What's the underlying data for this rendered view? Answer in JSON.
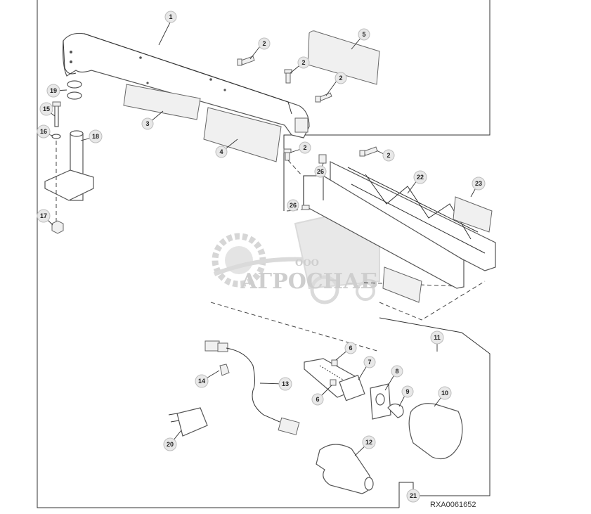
{
  "diagram": {
    "figure_id": "RXA0061652",
    "callouts": [
      {
        "label": "1"
      },
      {
        "label": "2"
      },
      {
        "label": "2"
      },
      {
        "label": "2"
      },
      {
        "label": "2"
      },
      {
        "label": "2"
      },
      {
        "label": "3"
      },
      {
        "label": "4"
      },
      {
        "label": "5"
      },
      {
        "label": "6"
      },
      {
        "label": "6"
      },
      {
        "label": "7"
      },
      {
        "label": "8"
      },
      {
        "label": "9"
      },
      {
        "label": "10"
      },
      {
        "label": "11"
      },
      {
        "label": "12"
      },
      {
        "label": "13"
      },
      {
        "label": "14"
      },
      {
        "label": "15"
      },
      {
        "label": "16"
      },
      {
        "label": "17"
      },
      {
        "label": "18"
      },
      {
        "label": "19"
      },
      {
        "label": "20"
      },
      {
        "label": "21"
      },
      {
        "label": "22"
      },
      {
        "label": "23"
      },
      {
        "label": "26"
      },
      {
        "label": "26"
      }
    ]
  },
  "watermark": {
    "small_text": "ООО",
    "main_text": "АГРОСНАБ"
  }
}
